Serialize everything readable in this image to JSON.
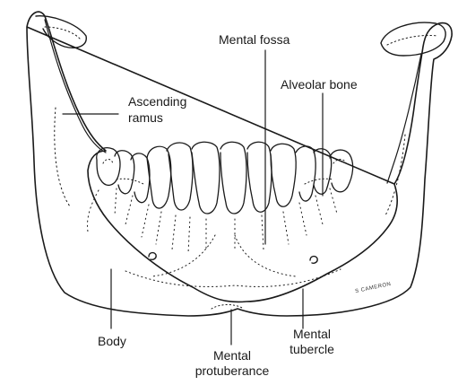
{
  "labels": {
    "mental_fossa": "Mental fossa",
    "alveolar_bone": "Alveolar bone",
    "ascending_ramus_line1": "Ascending",
    "ascending_ramus_line2": "ramus",
    "body": "Body",
    "mental_tubercle_line1": "Mental",
    "mental_tubercle_line2": "tubercle",
    "mental_protuberance_line1": "Mental",
    "mental_protuberance_line2": "protuberance"
  },
  "signature": "S CAMERON",
  "colors": {
    "ink": "#1a1a1a",
    "background": "#ffffff"
  }
}
